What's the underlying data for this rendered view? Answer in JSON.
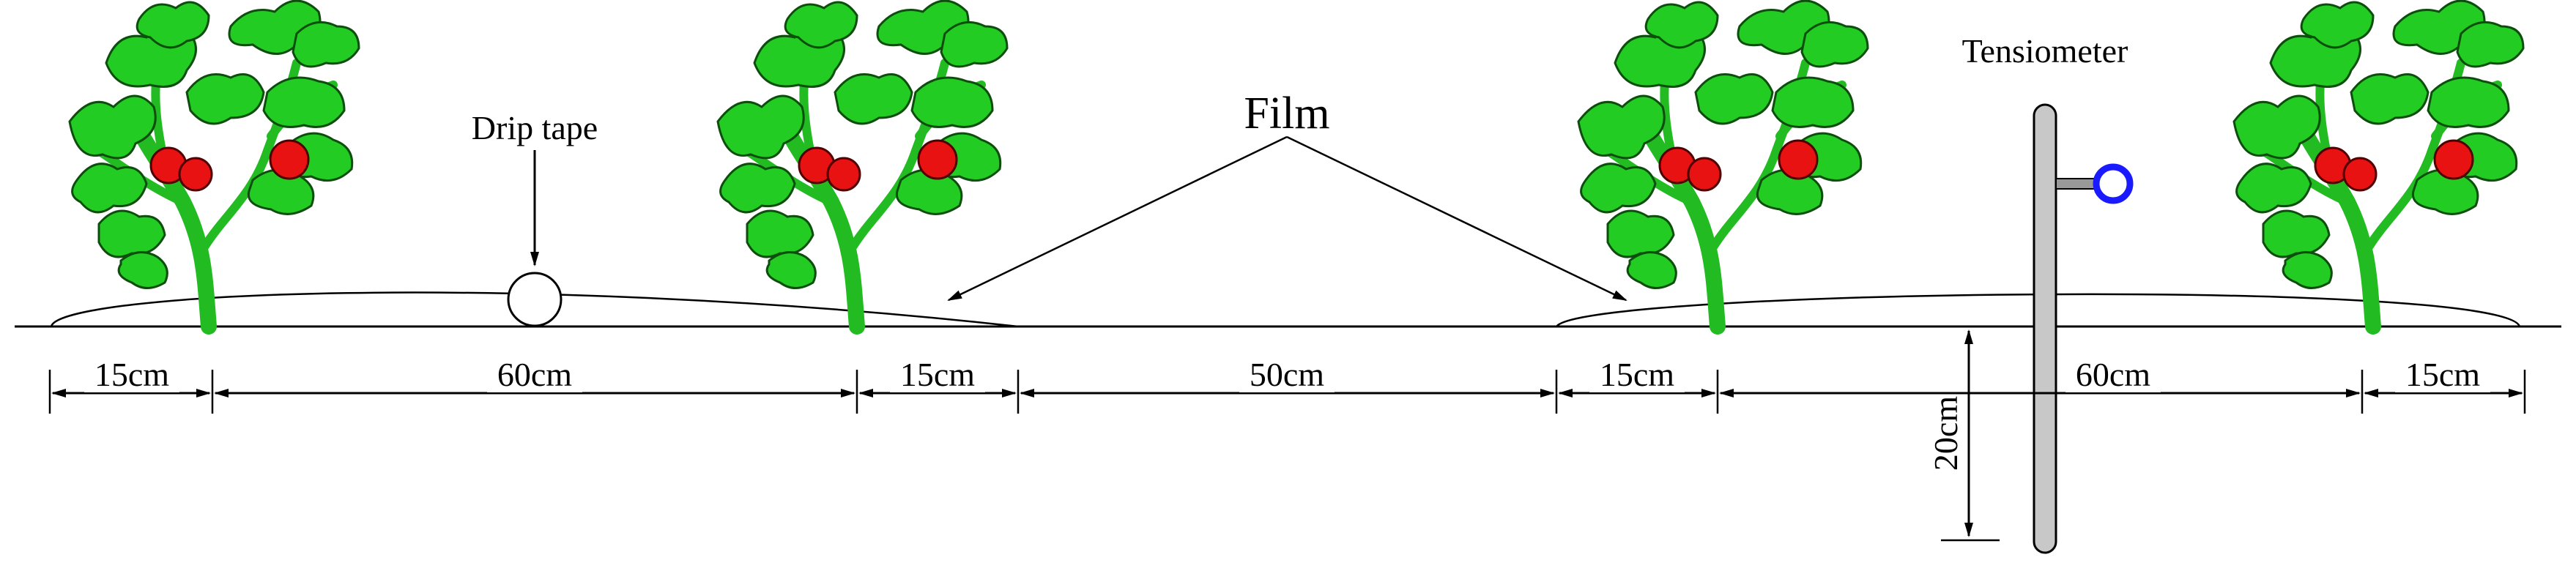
{
  "labels": {
    "drip_tape": "Drip tape",
    "film": "Film",
    "tensiometer": "Tensiometer"
  },
  "dimensions": {
    "d1": "15cm",
    "d2": "60cm",
    "d3": "15cm",
    "d4": "50cm",
    "d5": "15cm",
    "d6": "60cm",
    "d7": "15cm",
    "depth": "20cm"
  },
  "colors": {
    "plant": "#22cc22",
    "fruit": "#e81212",
    "tensiometer": "#c8c8c8",
    "gauge": "#1a1aff"
  },
  "icons": [
    "tomato-plant-icon",
    "drip-tape-icon",
    "tensiometer-icon"
  ]
}
